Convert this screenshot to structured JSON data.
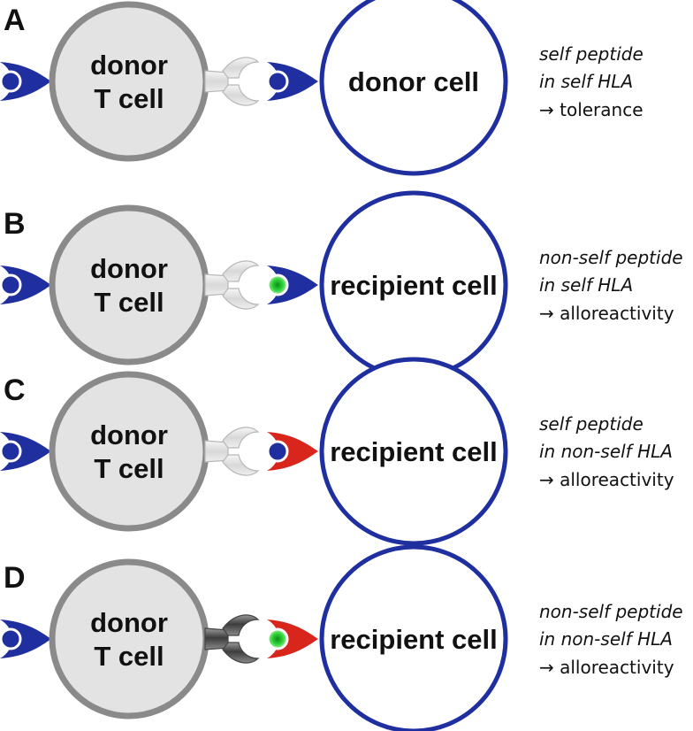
{
  "panels": [
    {
      "letter": "A",
      "donor_label": [
        "donor",
        "T cell"
      ],
      "target_label": "donor cell",
      "peptide": "self",
      "hla": "self",
      "tcr_style": "light",
      "caption": [
        "self peptide",
        "in self HLA",
        "→ tolerance"
      ]
    },
    {
      "letter": "B",
      "donor_label": [
        "donor",
        "T cell"
      ],
      "target_label": "recipient cell",
      "peptide": "non-self",
      "hla": "self",
      "tcr_style": "light",
      "caption": [
        "non-self peptide",
        "in self HLA",
        "→ alloreactivity"
      ]
    },
    {
      "letter": "C",
      "donor_label": [
        "donor",
        "T cell"
      ],
      "target_label": "recipient cell",
      "peptide": "self",
      "hla": "non-self",
      "tcr_style": "light",
      "caption": [
        "self peptide",
        "in non-self HLA",
        "→ alloreactivity"
      ]
    },
    {
      "letter": "D",
      "donor_label": [
        "donor",
        "T cell"
      ],
      "target_label": "recipient cell",
      "peptide": "non-self",
      "hla": "non-self",
      "tcr_style": "dark",
      "caption": [
        "non-self peptide",
        "in non-self HLA",
        "→ alloreactivity"
      ]
    }
  ],
  "colors": {
    "self_hla": "#1f2fa0",
    "nonself_hla": "#d9261c",
    "self_peptide": "#1f2fa0",
    "nonself_peptide": "#22c22a",
    "donor_cell_fill": "#e3e3e3",
    "donor_cell_stroke": "#8a8a8a",
    "target_cell_stroke": "#1f2fa0",
    "tcr_light": "#e6e6e6",
    "tcr_dark": "#6a6a6a"
  }
}
